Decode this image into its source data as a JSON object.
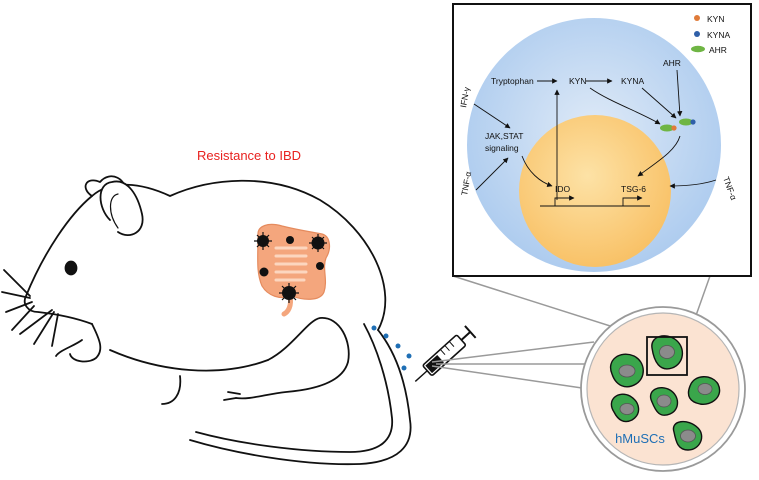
{
  "title": "Resistance to IBD",
  "title_color": "#e8221f",
  "cell_label": "hMuSCs",
  "cell_label_color": "#1f6fb5",
  "legend": [
    {
      "label": "KYN",
      "color": "#e07b39"
    },
    {
      "label": "KYNA",
      "color": "#2f5fa8"
    },
    {
      "label": "AHR",
      "color": "#6fb544"
    }
  ],
  "pathway": {
    "ifn": "IFN-γ",
    "tnf_left": "TNF-α",
    "tnf_right": "TNF-α",
    "jak_line1": "JAK,STAT",
    "jak_line2": "signaling",
    "tryptophan": "Tryptophan",
    "kyn": "KYN",
    "kyna": "KYNA",
    "ahr": "AHR",
    "ido": "IDO",
    "tsg6": "TSG-6"
  },
  "colors": {
    "outer_cell": "#a9c9ee",
    "nucleus": "#f9c56e",
    "stem_cell": "#3aa64b",
    "stem_nucleus": "#8b8b8b",
    "petri": "#fbe3d2",
    "intestine": "#f4a67d",
    "injected_cells": "#1f6fb5"
  }
}
